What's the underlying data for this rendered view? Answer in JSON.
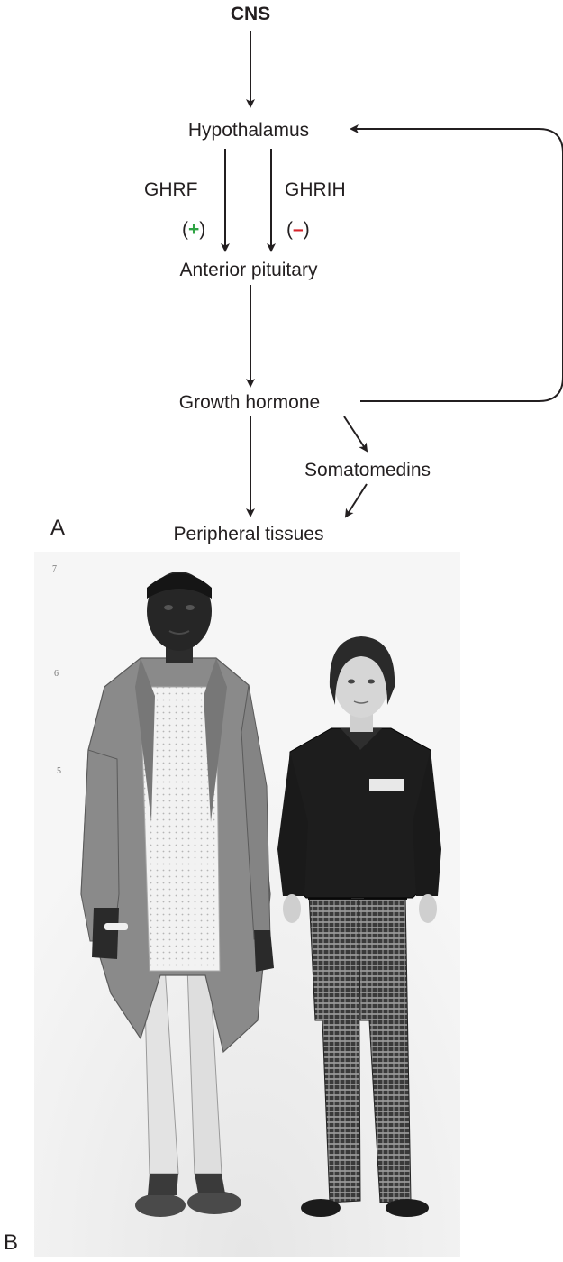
{
  "panel_a": {
    "letter": "A",
    "nodes": {
      "cns": "CNS",
      "hypothalamus": "Hypothalamus",
      "ghrf": "GHRF",
      "ghrih": "GHRIH",
      "anterior_pituitary": "Anterior pituitary",
      "growth_hormone": "Growth hormone",
      "somatomedins": "Somatomedins",
      "peripheral_tissues": "Peripheral tissues"
    },
    "signs": {
      "plus": "+",
      "minus": "–",
      "open_paren": "(",
      "close_paren": ")"
    },
    "colors": {
      "plus": "#2ea343",
      "minus": "#d6242b",
      "text": "#231f20"
    }
  },
  "panel_b": {
    "letter": "B",
    "scale_marks": [
      "7",
      "6",
      "5"
    ]
  }
}
